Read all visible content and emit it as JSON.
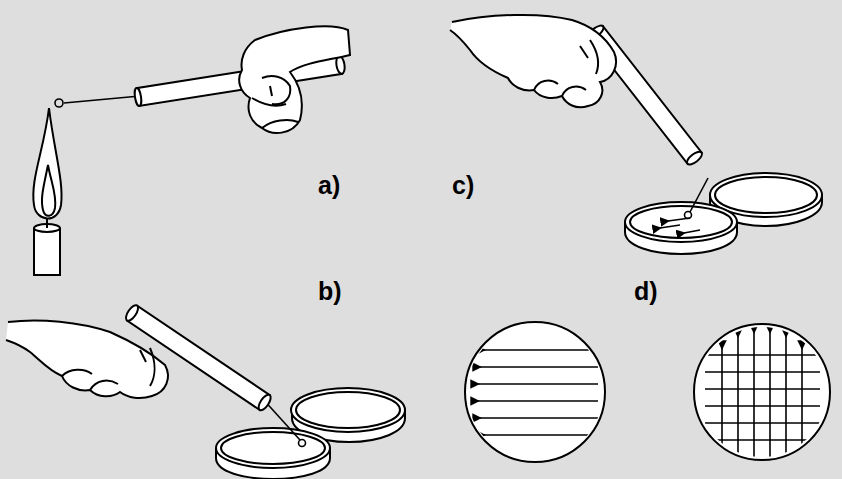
{
  "diagram": {
    "labels": [
      "a)",
      "c)",
      "b)",
      "d)"
    ]
  }
}
